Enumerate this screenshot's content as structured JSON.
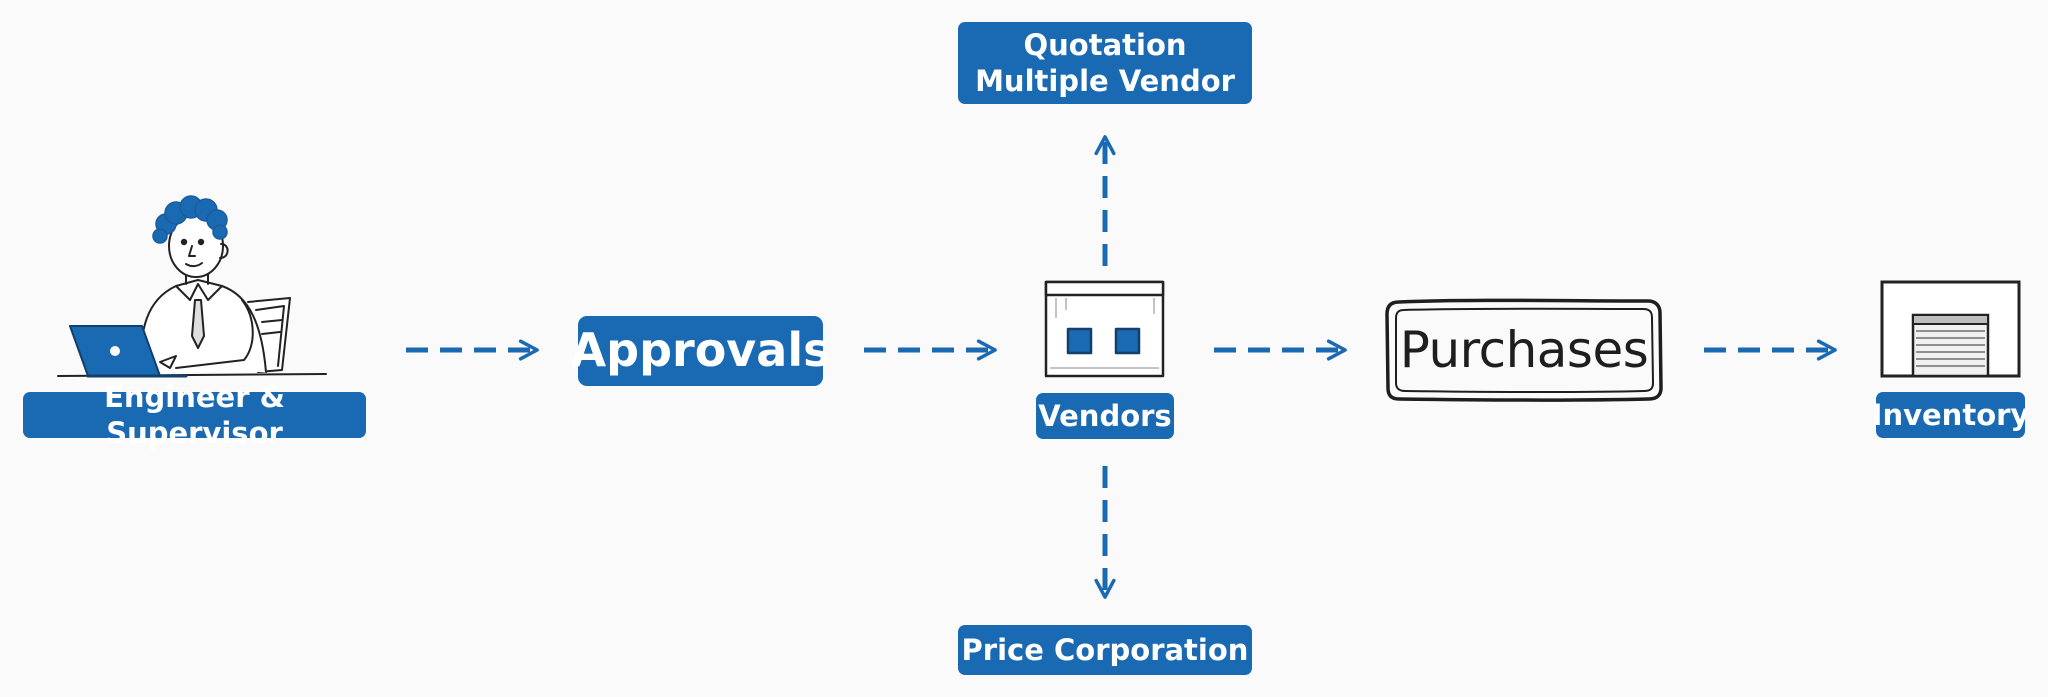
{
  "nodes": {
    "engineer": "Engineer & Supervisor",
    "approvals": "Approvals",
    "vendors": "Vendors",
    "purchases": "Purchases",
    "inventory": "Inventory",
    "quotation": "Quotation Multiple Vendor",
    "price": "Price Corporation"
  },
  "colors": {
    "accent": "#1a6ab3",
    "ink": "#1e1e1e",
    "background": "#fafafa"
  },
  "icons": [
    "engineer-at-laptop-icon",
    "vendor-storefront-icon",
    "warehouse-icon"
  ]
}
